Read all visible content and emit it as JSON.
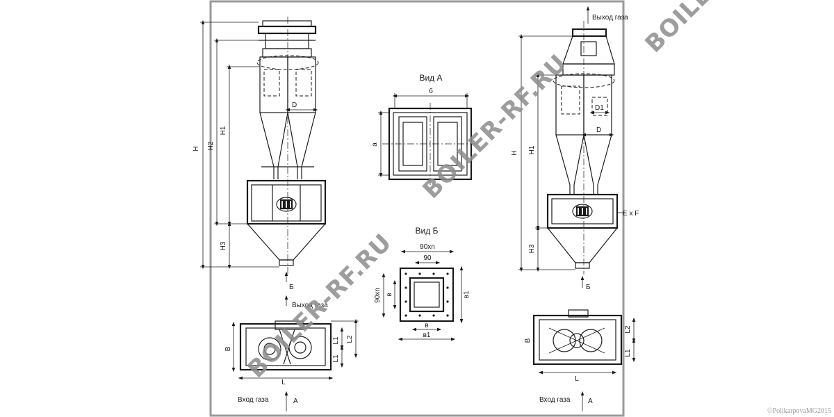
{
  "left_view": {
    "dims": {
      "H": "H",
      "H2": "H2",
      "H1": "H1",
      "H3": "H3",
      "D": "D",
      "B": "B",
      "L": "L",
      "L1_top": "L1",
      "L1_bottom": "L1",
      "L2": "L2"
    },
    "arrow_b": "Б",
    "outlet": "Выход газа",
    "inlet": "Вход газа",
    "arrow_a": "А"
  },
  "view_a": {
    "title": "Вид А",
    "width_label": "б",
    "height_label": "а"
  },
  "view_b": {
    "title": "Вид Б",
    "top_pitch": "90xn",
    "pitch": "90",
    "side_pitch": "90xn",
    "inner": "в",
    "inner_bottom": "в",
    "outer_bottom": "в1",
    "outer_right": "в1"
  },
  "right_view": {
    "outlet_top": "Выход газа",
    "dims": {
      "H": "H",
      "H1": "H1",
      "H3": "H3",
      "D1": "D1",
      "D": "D",
      "ExF": "E x F",
      "B": "B",
      "L": "L",
      "L1": "L1",
      "L2": "L2"
    },
    "arrow_b": "Б",
    "inlet": "Вход газа",
    "arrow_a": "А"
  },
  "watermarks": [
    "BOILER-RF.RU",
    "BOILER-RF.RU",
    "BOILER-RF.RU"
  ],
  "copyright": "©PolikarpovaMG2015"
}
